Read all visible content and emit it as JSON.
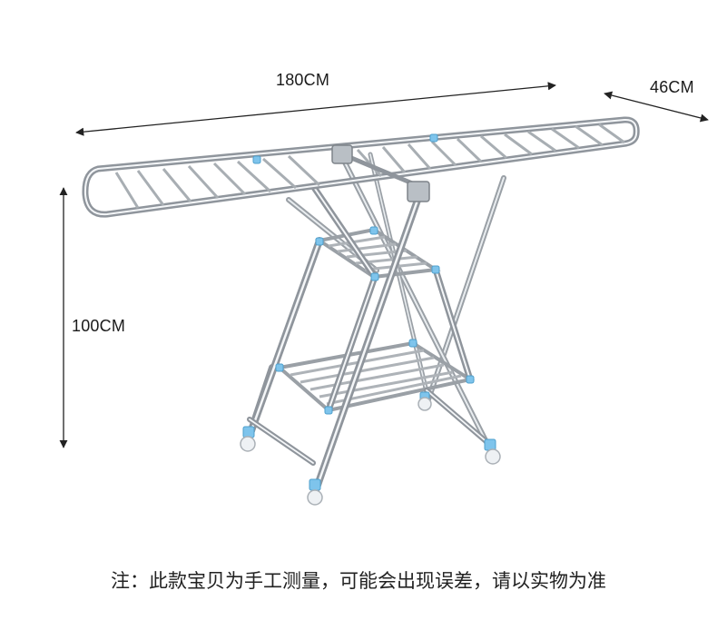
{
  "dimensions": {
    "length": "180CM",
    "depth": "46CM",
    "height": "100CM"
  },
  "note": "注：此款宝贝为手工测量，可能会出现误差，请以实物为准",
  "colors": {
    "steel_dark": "#8f959c",
    "steel_mid": "#c9ced3",
    "steel_light": "#f4f6f8",
    "connector_blue": "#7ec4ec",
    "wheel": "#eef1f4",
    "arrow": "#222222"
  }
}
